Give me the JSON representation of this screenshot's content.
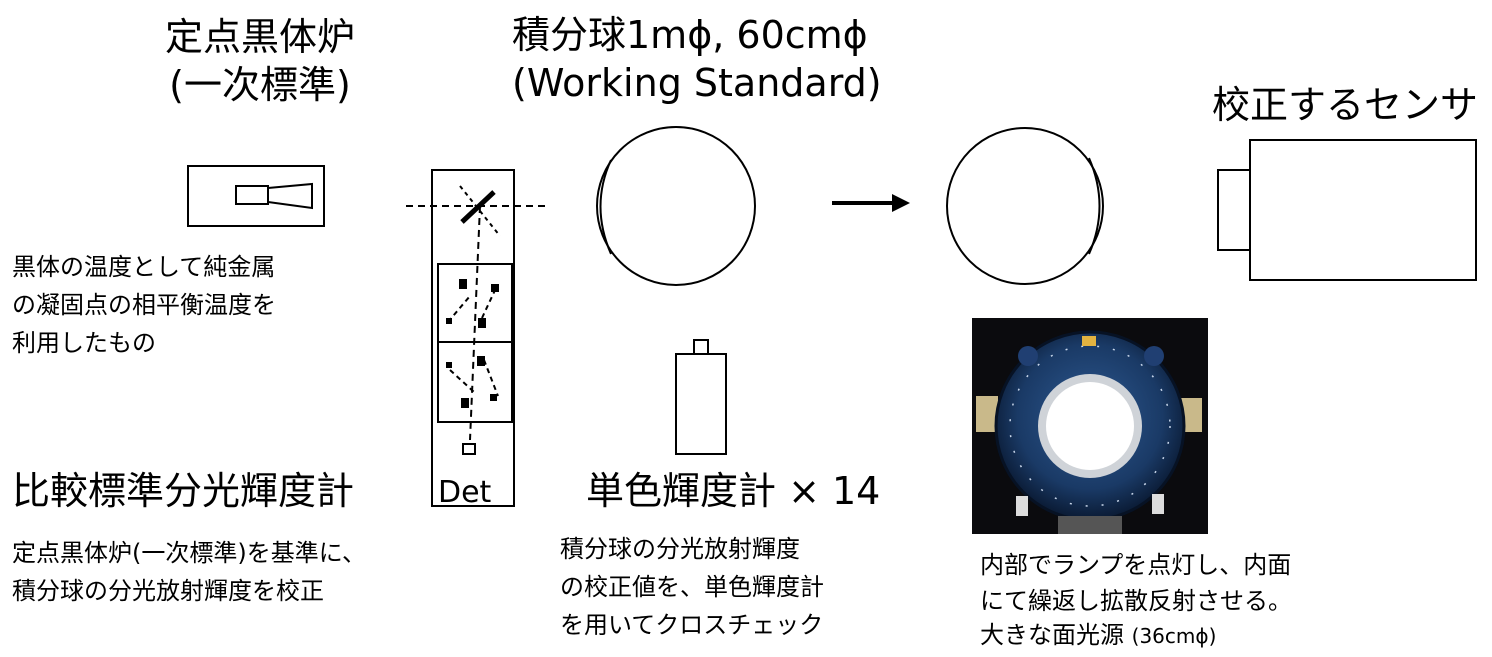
{
  "blackbody": {
    "title": "定点黒体炉",
    "subtitle": "(一次標準)",
    "description": [
      "黒体の温度として純金属",
      "の凝固点の相平衡温度を",
      "利用したもの"
    ]
  },
  "sphere": {
    "title": "積分球1mϕ, 60cmϕ",
    "subtitle": "(Working Standard)"
  },
  "sensor": {
    "title": "校正するセンサ"
  },
  "comparator": {
    "title": "比較標準分光輝度計",
    "detector_label": "Det",
    "description": [
      "定点黒体炉(一次標準)を基準に、",
      "積分球の分光放射輝度を校正"
    ]
  },
  "radiometer": {
    "title": "単色輝度計 × 14",
    "description": [
      "積分球の分光放射輝度",
      "の校正値を、単色輝度計",
      "を用いてクロスチェック"
    ]
  },
  "source": {
    "description": [
      "内部でランプを点灯し、内面",
      "にて繰返し拡散反射させる。"
    ],
    "description_last": "大きな面光源",
    "description_size": "(36cmϕ)"
  },
  "colors": {
    "line": "#000000",
    "sphere_body": "#1a3a66",
    "sphere_window": "#ffffff"
  }
}
